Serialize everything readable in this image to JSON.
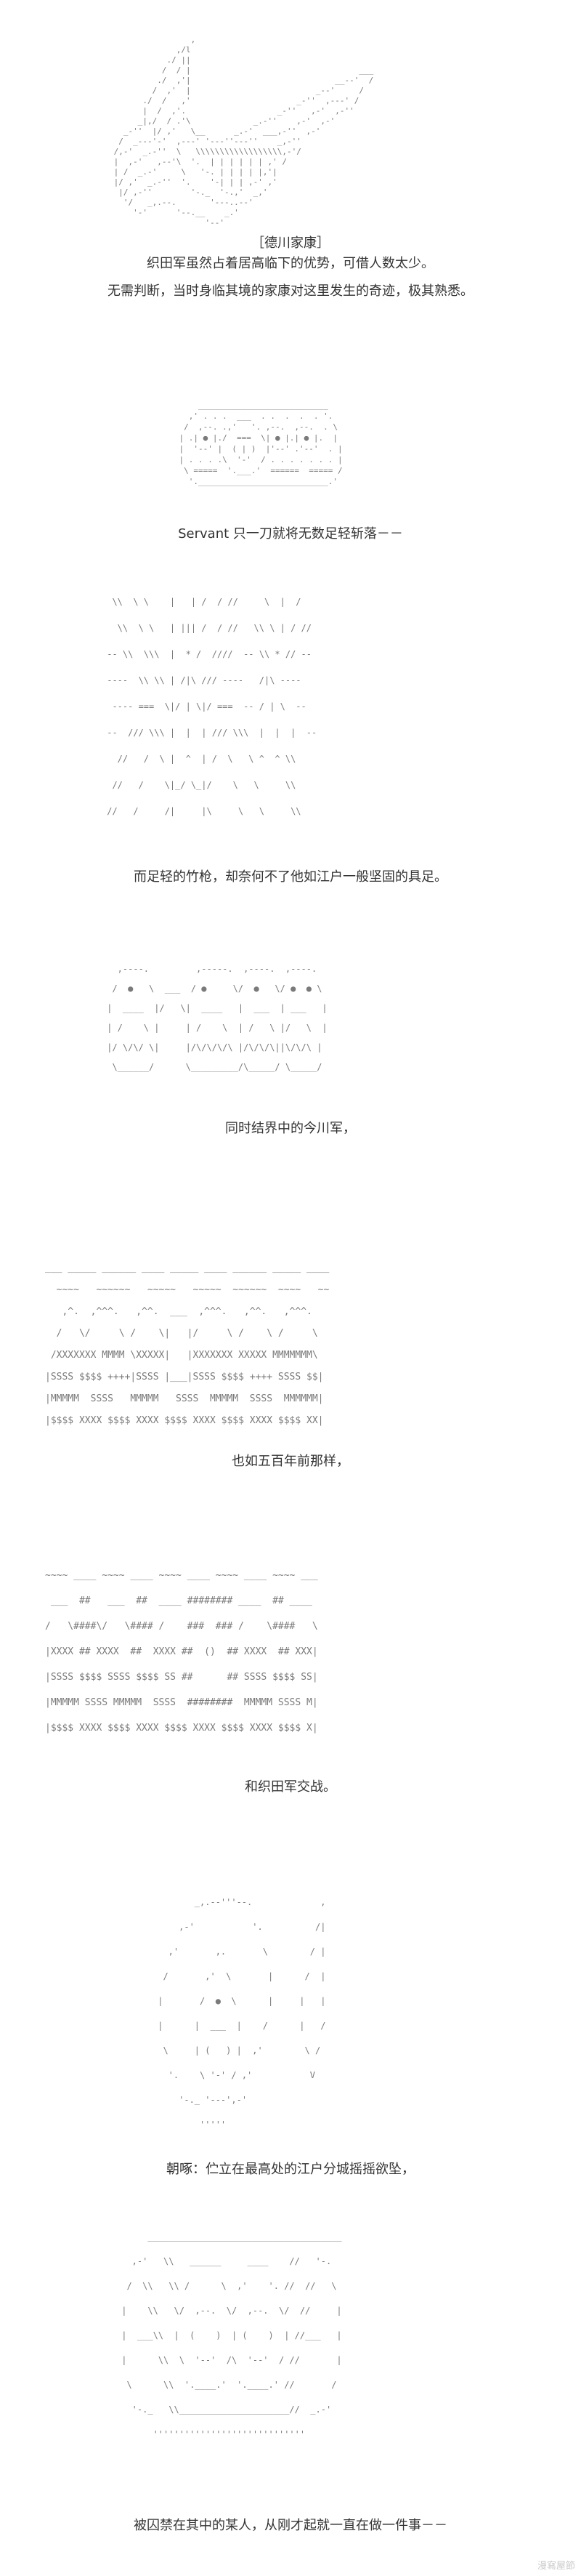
{
  "panels": [
    {
      "id": "p1",
      "art": "                 ,\n              ,/l\n            ./ ||\n           /  / |                                   ___\n          ./  ,'|                              __--'  /\n         /  ,'  |                          _--'     /\n       ./  /   ,'                      _-''  ,---' /\n       |  /  ,'.                   _-''   ,-'  ,-''\n      _|,/  / .'\\             _.-''    ,-'  ,-'\n   _-''  |/ ,'   \\__      _.-'  ___,-''  ,-'\n  /  _---'-'  ,---' '---''---''    _,-''\n /,-'  _.-''  \\   \\\\\\\\\\\\\\\\\\\\\\\\\\\\\\\\\\\\,-'/\n |  ,-'   ,--'\\  '.  | | | | | | ,' /\n | /  _.-'     \\   '-. | | | | |,'|\n |/ ,'  _.-''  '.    '-| | | ,-' ,'\n  |/ ,-''        '-._  '-.,'  _,'\n   '/   _,.--.       '---..--'\n     '-'      '--.__    _.'\n                    '--'",
      "captions": [
        "［德川家康］",
        "织田军虽然占着居高临下的优势，可借人数太少。",
        "无需判断，当时身临其境的家康对这里发生的奇迹，极其熟悉。"
      ]
    },
    {
      "id": "p2",
      "art": "        ___________________________\n      ,' . . .  ___  . .  .  .  . '.\n     /  ,--. .,'   '. ,--.  ,--.  . \\\n    | .| ● |./  ===  \\| ● |.| ● |.  |\n    |  '--' |  ( | )  |'--' .'--'  . |\n    | . . . .\\  '-'  / . . . . . . . |\n     \\ =====  '.___.'  ======  ===== /\n      '.___________________________.'",
      "captions": [
        "Servant 只一刀就将无数足轻斩落－－"
      ]
    },
    {
      "id": "p3",
      "art": "  \\\\  \\ \\    |   | /  / //     \\  |  /\n   \\\\  \\ \\   | ||| /  / //   \\\\ \\ | / //\n -- \\\\  \\\\\\  |  * /  ////  -- \\\\ * // --\n ----  \\\\ \\\\ | /|\\ /// ----   /|\\ ----\n  ---- ===  \\|/ | \\|/ ===  -- / | \\  --\n --  /// \\\\\\ |  |  | /// \\\\\\  |  |  |  --\n   //   /  \\ |  ^  | /  \\   \\ ^  ^ \\\\\n  //   /    \\|_/ \\_|/    \\   \\     \\\\\n //   /     /|     |\\     \\   \\     \\\\",
      "captions": [
        "而足轻的竹枪，却奈何不了他如江户一般坚固的具足。"
      ]
    },
    {
      "id": "p4",
      "art": "   ,----.         ,-----.  ,----.  ,----.\n  /  ●   \\  ___  / ●     \\/  ●   \\/ ●  ● \\\n |  ____  |/   \\|  ____   |  ___  | ___   |\n | /    \\ |     | /    \\  | /   \\ |/   \\  |\n |/ \\/\\/ \\|     |/\\/\\/\\/\\ |/\\/\\/\\||\\/\\/\\ |\n  \\______/      \\_________/\\_____/ \\_____/",
      "captions": [
        "同时结界中的今川军，"
      ]
    },
    {
      "id": "p5",
      "art": "___ _____ ______ ____ _____ ____ ______ _____ ____\n  ~~~~   ~~~~~~   ~~~~~   ~~~~~  ~~~~~~  ~~~~   ~~\n   ,^.  ,^^^.   ,^^.  ___  ,^^^.   ,^^.   ,^^^.\n  /   \\/     \\ /    \\|   |/     \\ /    \\ /     \\\n /XXXXXXX MMMM \\XXXXX|   |XXXXXXX XXXXX MMMMMMM\\\n|SSSS $$$$ ++++|SSSS |___|SSSS $$$$ ++++ SSSS $$|\n|MMMMM  SSSS   MMMMM   SSSS  MMMMM  SSSS  MMMMMM|\n|$$$$ XXXX $$$$ XXXX $$$$ XXXX $$$$ XXXX $$$$ XX|",
      "captions": [
        "也如五百年前那样，"
      ]
    },
    {
      "id": "p6",
      "art": "~~~~ ____ ~~~~ ____ ~~~~ ____ ~~~~ ____ ~~~~ ___\n ___  ##   ___  ##  ____ ######## ____  ## ____\n/   \\####\\/   \\#### /    ###  ### /    \\####   \\\n|XXXX ## XXXX  ##  XXXX ##  ()  ## XXXX  ## XXX|\n|SSSS $$$$ SSSS $$$$ SS ##      ## SSSS $$$$ SS|\n|MMMMM SSSS MMMMM  SSSS  ########  MMMMM SSSS M|\n|$$$$ XXXX $$$$ XXXX $$$$ XXXX $$$$ XXXX $$$$ X|",
      "captions": [
        "和织田军交战。"
      ]
    },
    {
      "id": "p7",
      "art": "        _,.--'''--.             ,\n     ,-'           '.          /|\n   ,'       ,.       \\        / |\n  /       ,'  \\       |      /  |\n |       /  ●  \\      |     |   |\n |      |  ___  |    /      |   /\n  \\     | (   ) |  ,'        \\ /\n   '.    \\ '-' / ,'           V\n     '-._ '---',-'\n         '''''",
      "captions": [
        "朝啄：伫立在最高处的江户分城摇摇欲坠，"
      ]
    },
    {
      "id": "p8",
      "art": "      _____________________________________\n   ,-'   \\\\   ______     ____    //   '-.\n  /  \\\\   \\\\ /      \\  ,'    '. //  //   \\\n |    \\\\   \\/  ,--.  \\/  ,--.  \\/  //     |\n |  ___\\\\  |  (    )  | (    )  | //___   |\n |      \\\\  \\  '--'  /\\  '--'  / //       |\n  \\      \\\\  '.____.'  '.____.' //       /\n   '-._   \\\\_____________________//  _.-'\n       '''''''''''''''''''''''''''''",
      "captions": [
        "被囚禁在其中的某人，从刚才起就一直在做一件事－－"
      ]
    }
  ],
  "watermark": "漫寫屋節"
}
